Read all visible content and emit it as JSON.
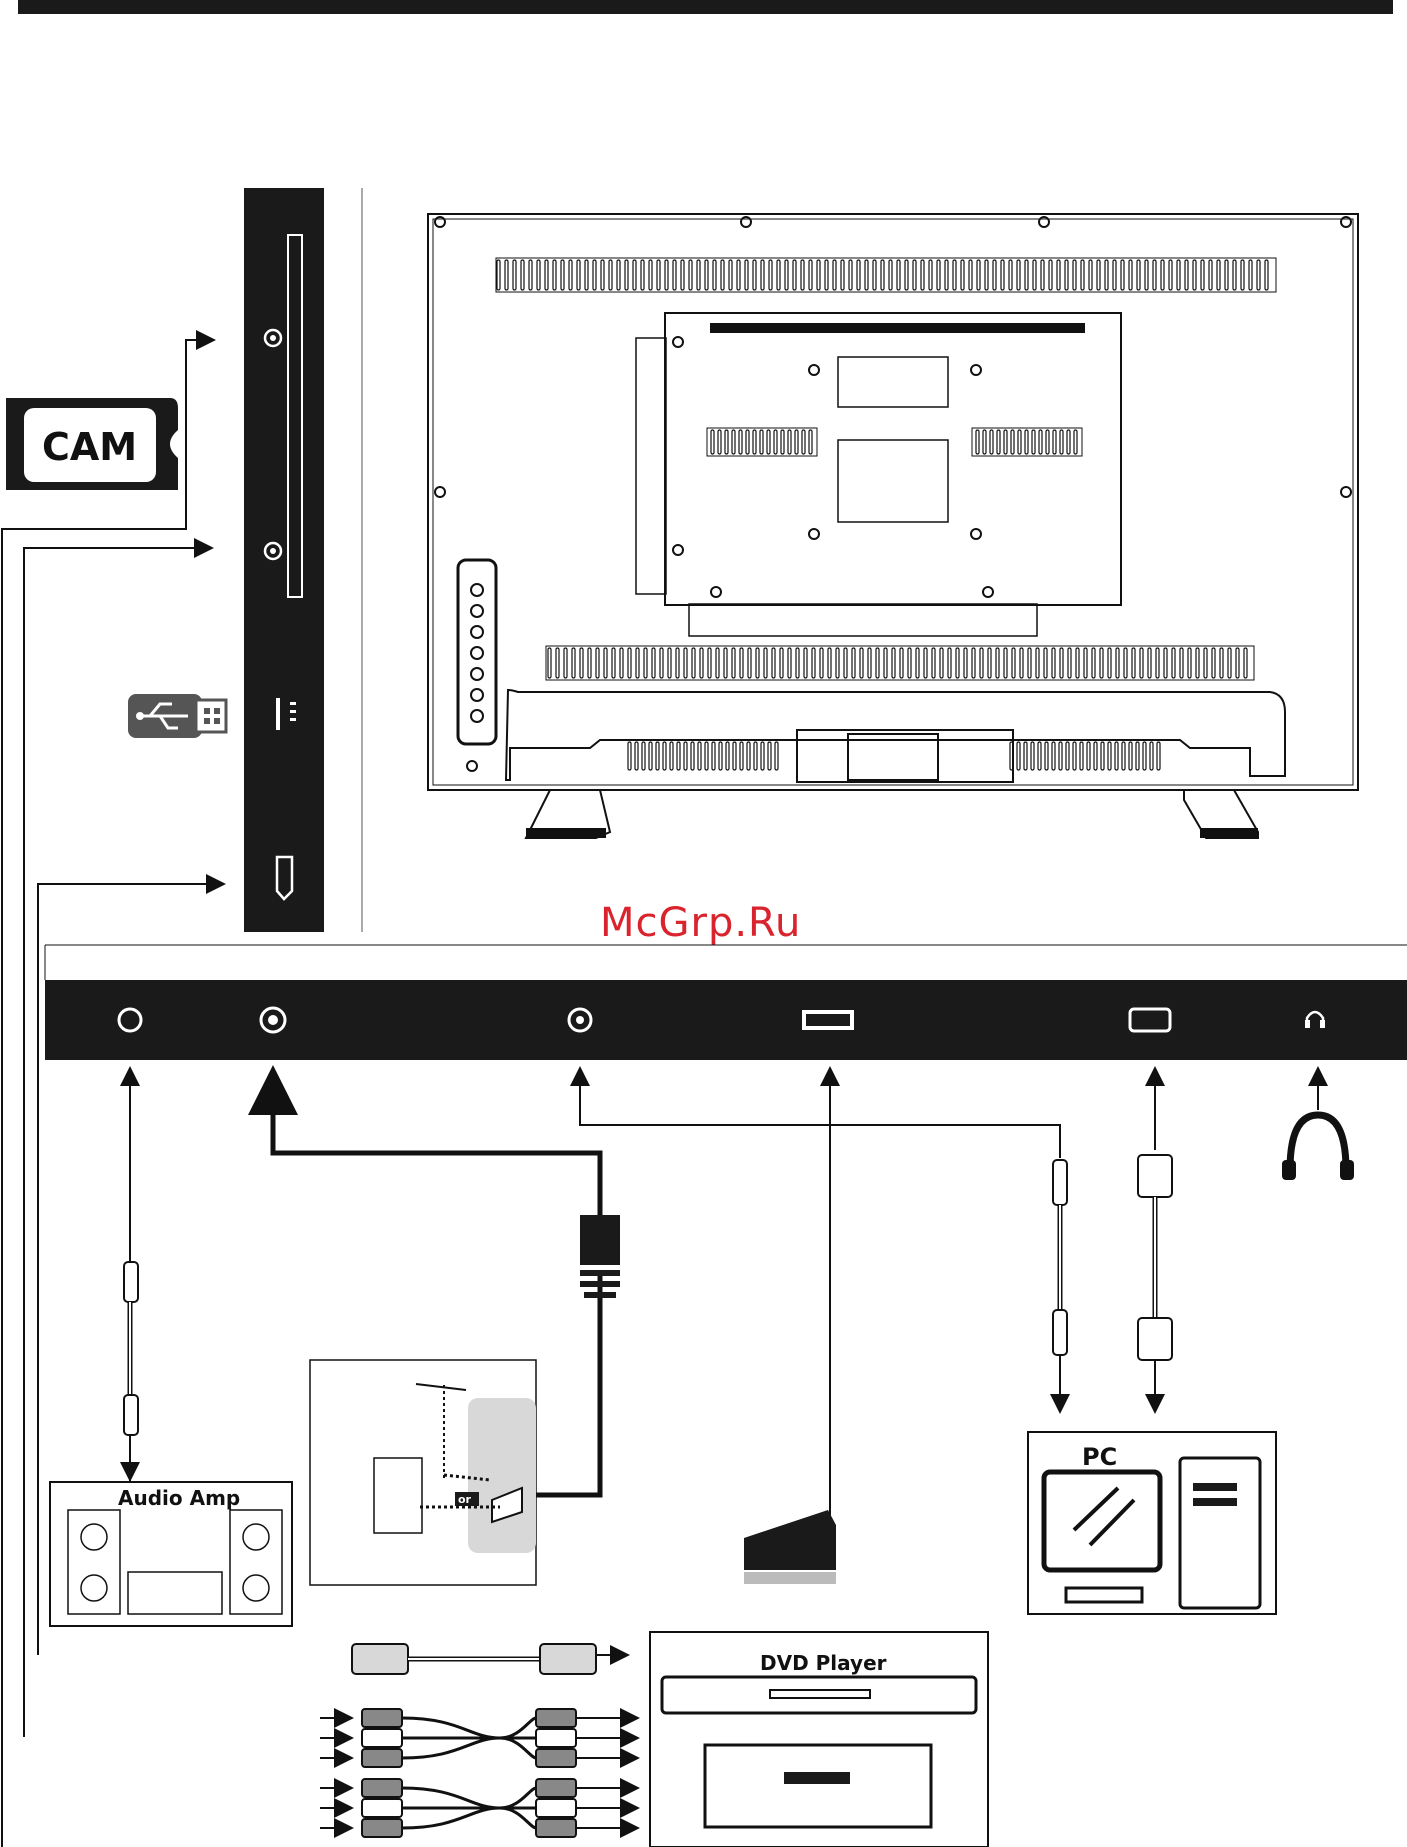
{
  "labels": {
    "cam": "CAM",
    "watermark": "McGrp.Ru",
    "audio_amp": "Audio Amp",
    "pc": "PC",
    "dvd_player": "DVD Player",
    "or": "or"
  },
  "icons": [
    "usb-stick-icon",
    "headphones-icon",
    "cam-module-icon",
    "antenna-icon",
    "building-icon",
    "wall-socket-icon",
    "scart-plug-icon",
    "monitor-icon",
    "pc-tower-icon"
  ],
  "colors": {
    "line": "#111111",
    "panel": "#1a1a1a",
    "watermark": "#d9232d",
    "socket_bg": "#d8d8d8"
  }
}
